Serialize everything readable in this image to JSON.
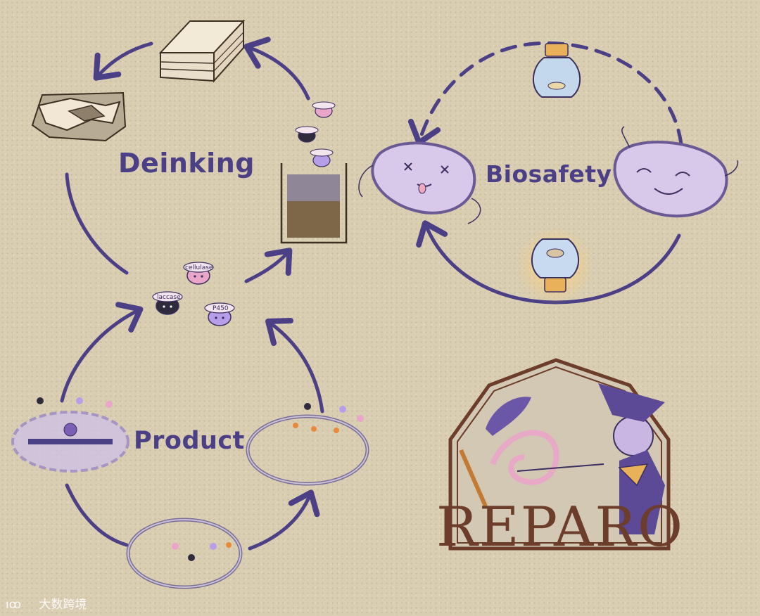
{
  "labels": {
    "deinking": "Deinking",
    "biosafety": "Biosafety",
    "product": "Product"
  },
  "enzymes": {
    "cellulase": "cellulase",
    "laccase": "laccase",
    "p450": "P450"
  },
  "logo": {
    "text": "REPARO"
  },
  "watermark": {
    "text": "大数跨境"
  },
  "colors": {
    "arrow": "#4b3f86",
    "background": "#d9cdb2",
    "bacterium": "#d8c8ea",
    "logo_brown": "#6b3d2a"
  }
}
